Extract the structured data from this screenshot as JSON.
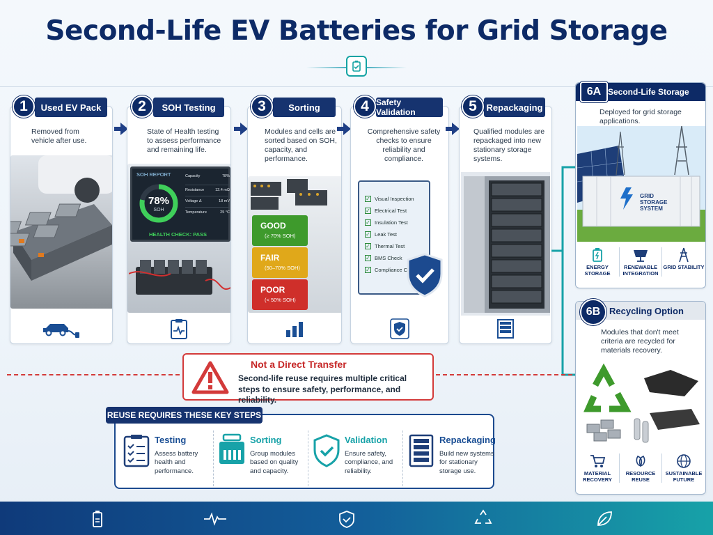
{
  "title": "Second-Life EV Batteries for Grid Storage",
  "steps": [
    {
      "num": "1",
      "label": "Used EV Pack",
      "desc": "Removed from vehicle after use.",
      "icon": "car-plug-icon"
    },
    {
      "num": "2",
      "label": "SOH Testing",
      "desc": "State of Health testing to assess performance and remaining life.",
      "icon": "clipboard-pulse-icon"
    },
    {
      "num": "3",
      "label": "Sorting",
      "desc": "Modules and cells are sorted based on SOH, capacity, and performance.",
      "icon": "bar-chart-icon"
    },
    {
      "num": "4",
      "label": "Safety Validation",
      "desc": "Comprehensive safety checks to ensure reliability and compliance.",
      "icon": "shield-check-icon"
    },
    {
      "num": "5",
      "label": "Repackaging",
      "desc": "Qualified modules are repackaged into new stationary storage systems.",
      "icon": "cabinet-icon"
    }
  ],
  "soh_report": {
    "title": "SOH REPORT",
    "value": "78%",
    "unit": "SOH",
    "rows": [
      {
        "k": "Capacity",
        "v": "78%"
      },
      {
        "k": "Resistance",
        "v": "12.4 mΩ"
      },
      {
        "k": "Voltage Δ",
        "v": "18 mV"
      },
      {
        "k": "Temperature",
        "v": "25 °C"
      }
    ],
    "pass": "HEALTH CHECK: PASS"
  },
  "sort_grades": [
    {
      "label": "GOOD",
      "range": "(≥ 70% SOH)",
      "color": "#3e9a2c"
    },
    {
      "label": "FAIR",
      "range": "(50–70% SOH)",
      "color": "#e0a81a"
    },
    {
      "label": "POOR",
      "range": "(< 50% SOH)",
      "color": "#cf2f2a"
    }
  ],
  "checklist": [
    "Visual Inspection",
    "Electrical Test",
    "Insulation Test",
    "Leak Test",
    "Thermal Test",
    "BMS Check",
    "Compliance Check"
  ],
  "storage": {
    "num": "6A",
    "label": "Second-Life Storage",
    "desc": "Deployed for grid storage applications.",
    "container_text": "GRID STORAGE SYSTEM",
    "features": [
      "ENERGY STORAGE",
      "RENEWABLE INTEGRATION",
      "GRID STABILITY"
    ]
  },
  "recycling": {
    "num": "6B",
    "label": "Recycling Option",
    "desc": "Modules that don't meet criteria are recycled for materials recovery.",
    "features": [
      "MATERIAL RECOVERY",
      "RESOURCE REUSE",
      "SUSTAINABLE FUTURE"
    ]
  },
  "warning": {
    "title": "Not a Direct Transfer",
    "text": "Second-life reuse requires multiple critical steps to ensure safety, performance, and reliability."
  },
  "key_steps": {
    "header": "REUSE REQUIRES THESE KEY STEPS",
    "items": [
      {
        "title": "Testing",
        "desc": "Assess battery health and performance."
      },
      {
        "title": "Sorting",
        "desc": "Group modules based on quality and capacity."
      },
      {
        "title": "Validation",
        "desc": "Ensure safety, compliance, and reliability."
      },
      {
        "title": "Repackaging",
        "desc": "Build new systems for stationary storage use."
      }
    ]
  },
  "footer_icons": [
    "battery-icon",
    "pulse-icon",
    "shield-check-icon",
    "recycle-icon",
    "leaf-icon"
  ],
  "colors": {
    "navy": "#0d2a66",
    "teal": "#17a2a8",
    "red": "#d33a3a",
    "green": "#3e9a2c"
  }
}
